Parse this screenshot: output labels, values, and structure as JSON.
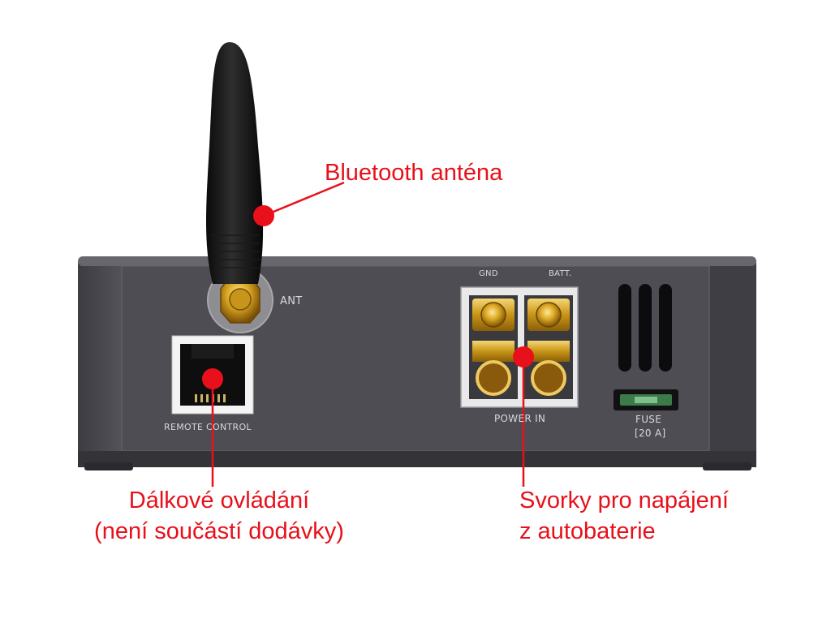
{
  "callouts": {
    "antenna": "Bluetooth anténa",
    "remote_line1": "Dálkové ovládání",
    "remote_line2": "(není součástí dodávky)",
    "power_line1": "Svorky pro napájení",
    "power_line2": "z autobaterie"
  },
  "panel_labels": {
    "ant": "ANT",
    "remote_control": "REMOTE CONTROL",
    "gnd": "GND",
    "batt": "BATT.",
    "power_in": "POWER IN",
    "fuse": "FUSE",
    "fuse_rating": "[20 A]"
  },
  "colors": {
    "callout_red": "#e8101a",
    "device_body": "#4a4a50",
    "terminal_gold": "#d4a017"
  }
}
